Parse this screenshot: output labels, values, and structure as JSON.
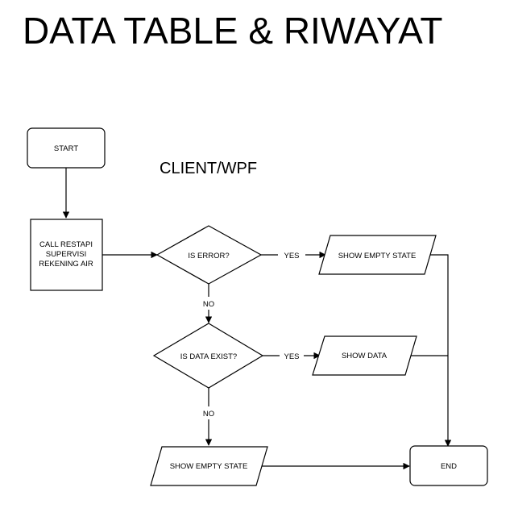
{
  "title": "DATA TABLE & RIWAYAT",
  "subtitle": "CLIENT/WPF",
  "nodes": {
    "start": "START",
    "call": [
      "CALL RESTAPI",
      "SUPERVISI",
      "REKENING AIR"
    ],
    "is_error": "IS ERROR?",
    "show_empty_1": "SHOW EMPTY STATE",
    "is_data_exist": "IS DATA EXIST?",
    "show_data": "SHOW DATA",
    "show_empty_2": "SHOW EMPTY STATE",
    "end": "END"
  },
  "edge_labels": {
    "error_yes": "YES",
    "error_no": "NO",
    "data_yes": "YES",
    "data_no": "NO"
  }
}
